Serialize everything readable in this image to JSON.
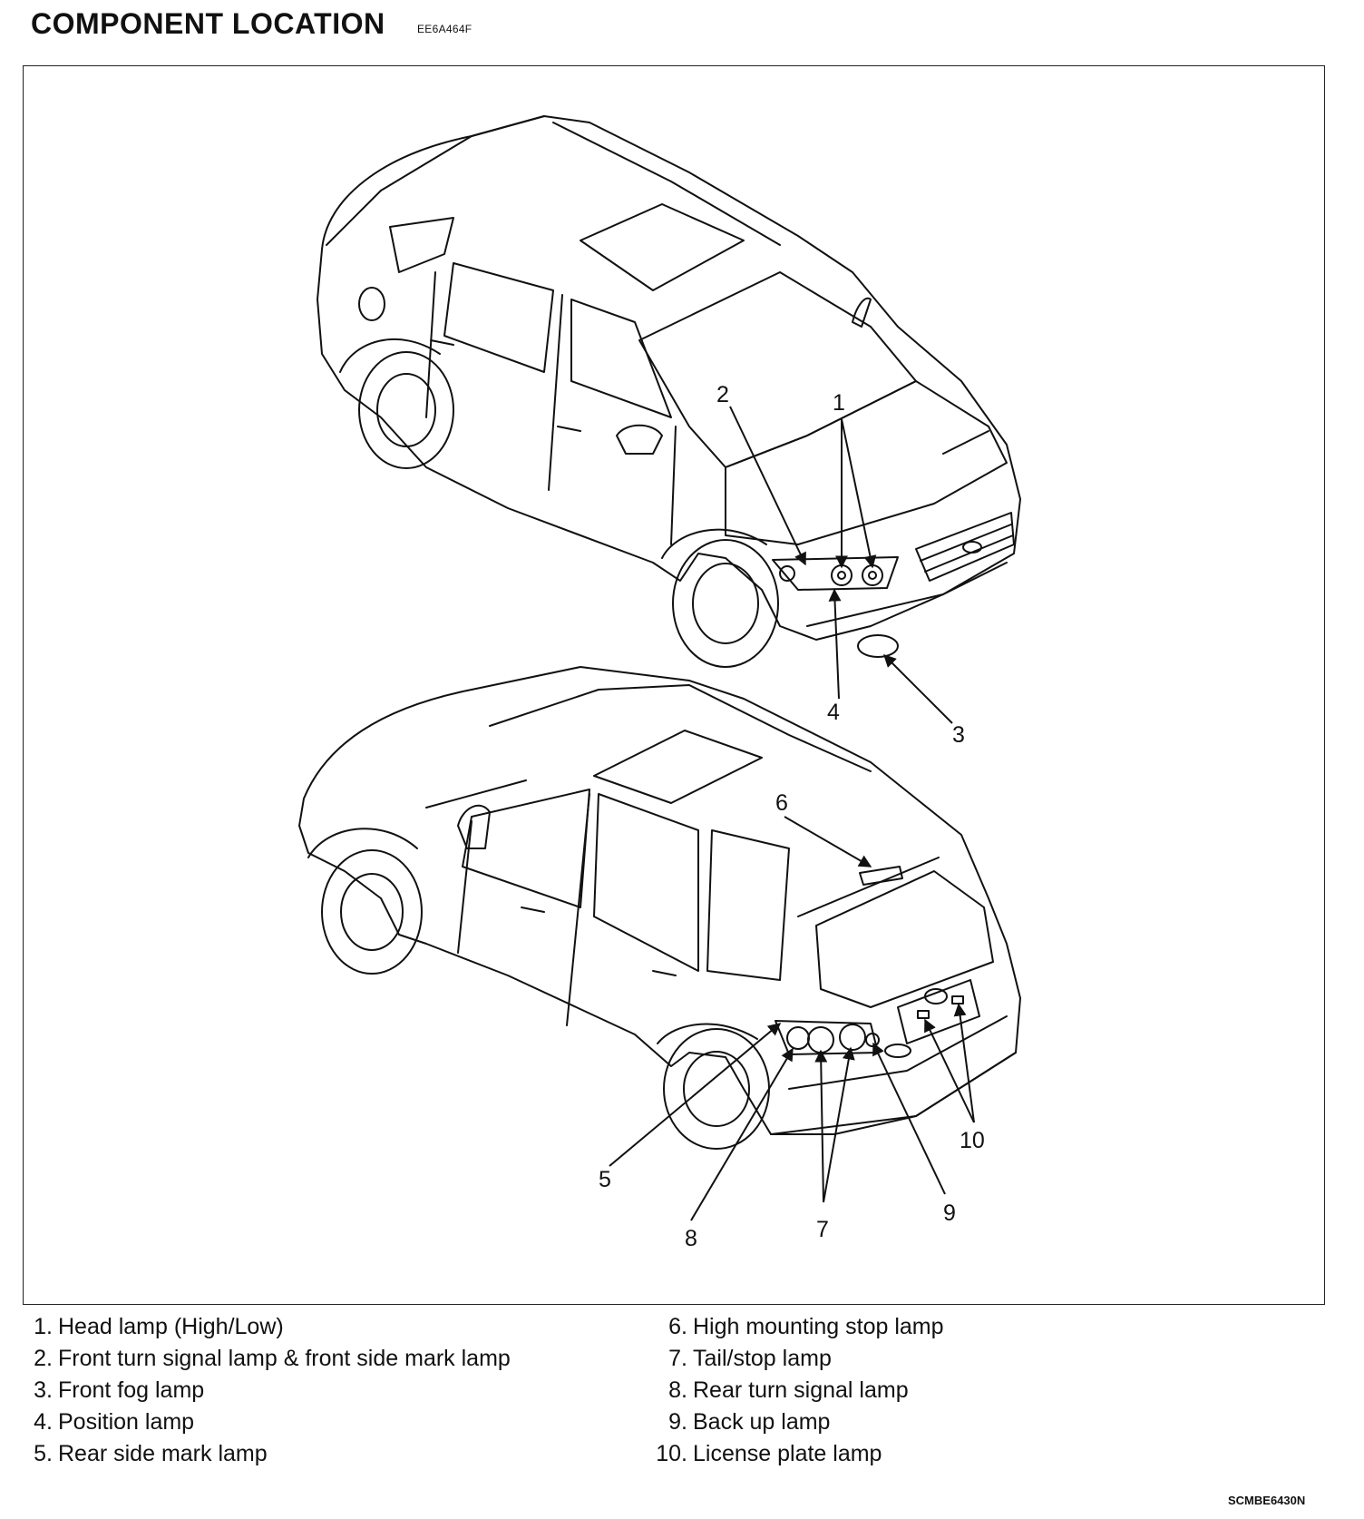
{
  "header": {
    "title": "COMPONENT LOCATION",
    "doc_code": "EE6A464F"
  },
  "diagram": {
    "top_vehicle": "front view",
    "bottom_vehicle": "rear view",
    "callouts": {
      "c1": "1",
      "c2": "2",
      "c3": "3",
      "c4": "4",
      "c5": "5",
      "c6": "6",
      "c7": "7",
      "c8": "8",
      "c9": "9",
      "c10": "10"
    }
  },
  "legend": {
    "left": [
      {
        "num": "1.",
        "text": "Head lamp (High/Low)"
      },
      {
        "num": "2.",
        "text": "Front turn signal lamp & front side mark lamp"
      },
      {
        "num": "3.",
        "text": "Front fog lamp"
      },
      {
        "num": "4.",
        "text": "Position lamp"
      },
      {
        "num": "5.",
        "text": "Rear side mark lamp"
      }
    ],
    "right": [
      {
        "num": "6.",
        "text": "High mounting stop lamp"
      },
      {
        "num": "7.",
        "text": "Tail/stop lamp"
      },
      {
        "num": "8.",
        "text": "Rear turn signal lamp"
      },
      {
        "num": "9.",
        "text": "Back up lamp"
      },
      {
        "num": "10.",
        "text": "License plate lamp"
      }
    ]
  },
  "footer": {
    "figure_code": "SCMBE6430N"
  }
}
